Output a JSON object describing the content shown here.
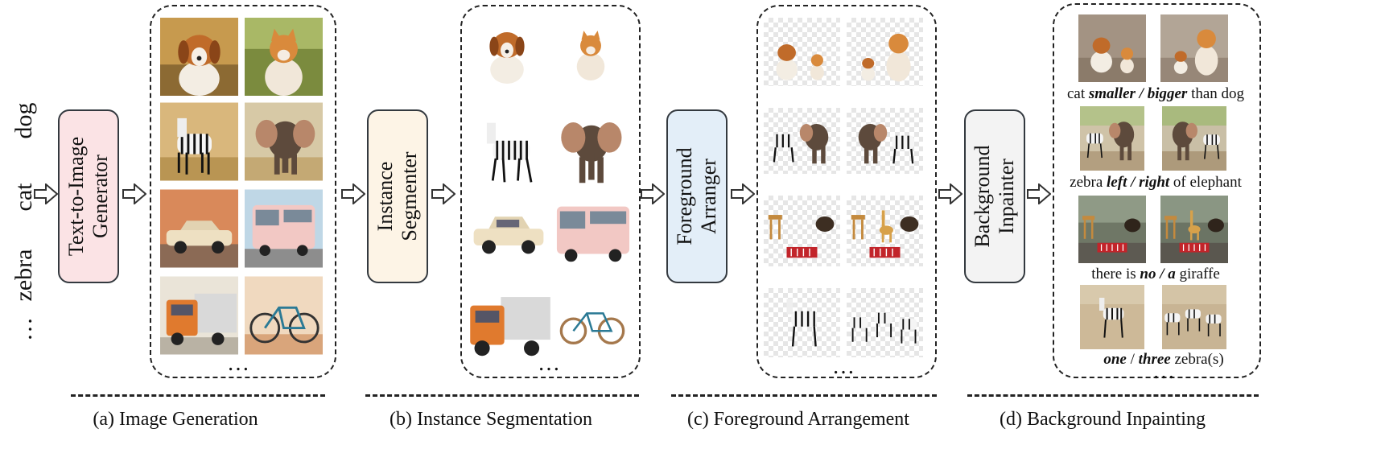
{
  "input_words": [
    "dog",
    "cat",
    "zebra",
    "…"
  ],
  "modules": {
    "generator": [
      "Text-to-Image",
      "Generator"
    ],
    "segmenter": [
      "Instance",
      "Segmenter"
    ],
    "arranger": [
      "Foreground",
      "Arranger"
    ],
    "inpainter": [
      "Background",
      "Inpainter"
    ]
  },
  "colors": {
    "generator_fill": "#fbe3e5",
    "segmenter_fill": "#fdf4e6",
    "arranger_fill": "#e3eef8",
    "inpainter_fill": "#f3f3f3"
  },
  "ellipsis": "…",
  "inpaint_captions": [
    {
      "pre": "cat ",
      "a": "smaller",
      "sep": " / ",
      "b": "bigger",
      "post": " than dog"
    },
    {
      "pre": "zebra ",
      "a": "left",
      "sep": " / ",
      "b": "right",
      "post": " of elephant"
    },
    {
      "pre": "there is ",
      "a": "no",
      "sep": " / ",
      "b": "a",
      "post": " giraffe"
    },
    {
      "pre": "",
      "a": "one",
      "sep": " / ",
      "b": "three",
      "post": " zebra(s)"
    }
  ],
  "stage_captions": [
    "(a) Image Generation",
    "(b) Instance Segmentation",
    "(c) Foreground Arrangement",
    "(d) Background Inpainting"
  ],
  "icons": {
    "generated_images": [
      "dog-photo",
      "cat-photo",
      "zebra-photo",
      "elephant-photo",
      "car-photo",
      "bus-photo",
      "truck-photo",
      "bicycle-photo"
    ],
    "segmented_instances": [
      "dog-cutout",
      "cat-cutout",
      "zebra-cutout",
      "elephant-cutout",
      "car-cutout",
      "bus-cutout",
      "truck-cutout",
      "bicycle-cutout"
    ]
  }
}
